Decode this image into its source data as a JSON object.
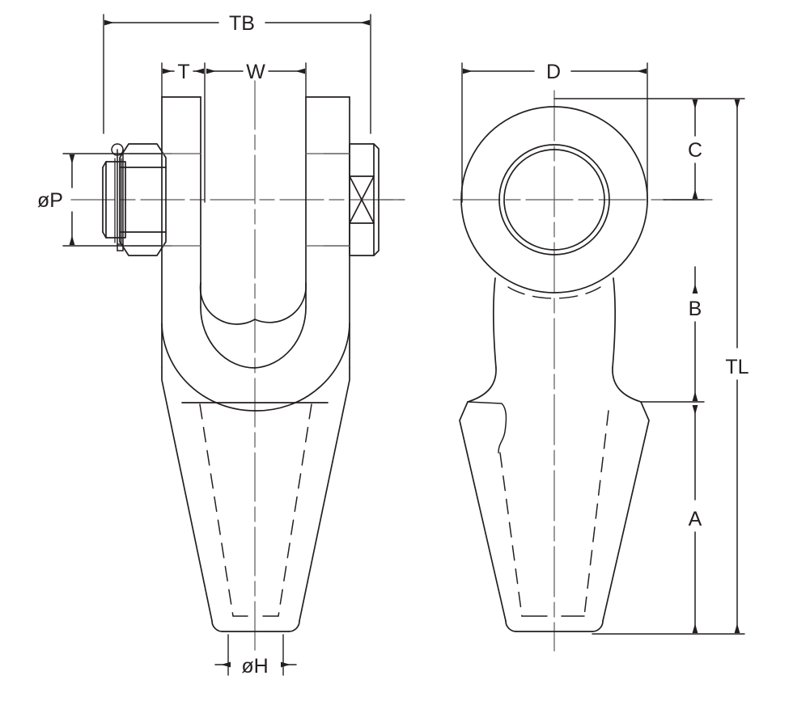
{
  "drawing": {
    "title": "Open Spelter Socket Dimensional Drawing",
    "type": "engineering-dimensioned-drawing",
    "views": [
      {
        "name": "front-view",
        "description": "Open spelter socket front elevation showing jaw, pin with hex nut and cotter pin, tapered basket"
      },
      {
        "name": "side-view",
        "description": "Open spelter socket side elevation showing eye with bore and tapered basket"
      }
    ],
    "line_color": "#231f20",
    "background_color": "#ffffff"
  },
  "dimensions": {
    "tb": {
      "label": "TB",
      "view": "front-view",
      "orientation": "horizontal",
      "meaning": "overall bolt/pin length across jaw"
    },
    "t": {
      "label": "T",
      "view": "front-view",
      "orientation": "horizontal",
      "meaning": "jaw ear thickness"
    },
    "w": {
      "label": "W",
      "view": "front-view",
      "orientation": "horizontal",
      "meaning": "jaw opening width"
    },
    "dp": {
      "label": "øP",
      "view": "front-view",
      "orientation": "vertical",
      "meaning": "pin diameter"
    },
    "dh": {
      "label": "øH",
      "view": "front-view",
      "orientation": "horizontal",
      "meaning": "basket bore / rope entry diameter"
    },
    "d": {
      "label": "D",
      "view": "side-view",
      "orientation": "horizontal",
      "meaning": "eye outside diameter"
    },
    "c": {
      "label": "C",
      "view": "side-view",
      "orientation": "vertical",
      "meaning": "eye top to pin centerline"
    },
    "b": {
      "label": "B",
      "view": "side-view",
      "orientation": "vertical",
      "meaning": "pin centerline to basket shoulder"
    },
    "a": {
      "label": "A",
      "view": "side-view",
      "orientation": "vertical",
      "meaning": "basket shoulder to bottom"
    },
    "tl": {
      "label": "TL",
      "view": "side-view",
      "orientation": "vertical",
      "meaning": "total length"
    }
  }
}
